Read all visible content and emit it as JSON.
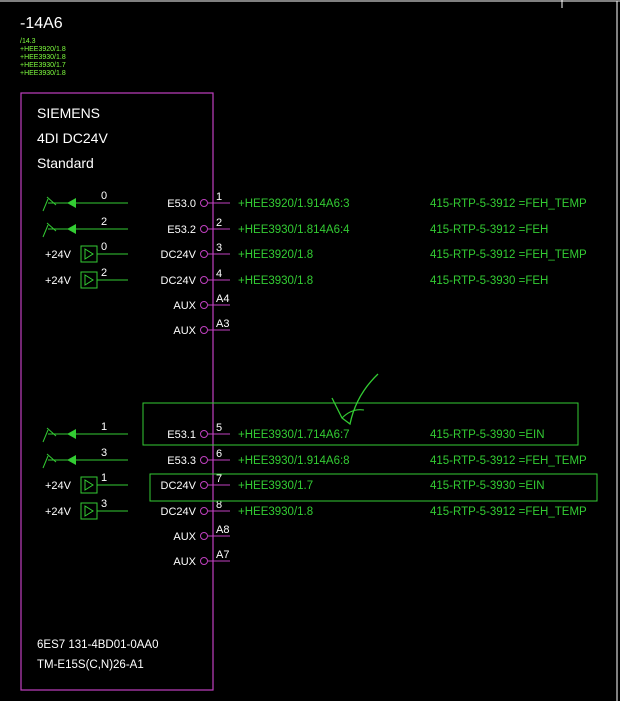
{
  "device": {
    "tag": "-14A6",
    "refs": [
      "/14.3",
      "+HEE3920/1.8",
      "+HEE3930/1.8",
      "+HEE3930/1.7",
      "+HEE3930/1.8"
    ],
    "manufacturer": "SIEMENS",
    "module": "4DI DC24V",
    "variant": "Standard",
    "order_number": "6ES7 131-4BD01-0AA0",
    "terminal_module": "TM-E15S(C,N)26-A1"
  },
  "left_circuits": [
    {
      "kind": "contact",
      "num": "0"
    },
    {
      "kind": "contact",
      "num": "2"
    },
    {
      "kind": "supply",
      "supply": "+24V",
      "num": "0"
    },
    {
      "kind": "supply",
      "supply": "+24V",
      "num": "2"
    },
    {
      "kind": "contact",
      "num": "1"
    },
    {
      "kind": "contact",
      "num": "3"
    },
    {
      "kind": "supply",
      "supply": "+24V",
      "num": "1"
    },
    {
      "kind": "supply",
      "supply": "+24V",
      "num": "3"
    }
  ],
  "terminals": [
    {
      "label": "E53.0",
      "pin": "1",
      "ref": "+HEE3920/1.914A6:3",
      "cable": "415-RTP-5-3912 =FEH_TEMP"
    },
    {
      "label": "E53.2",
      "pin": "2",
      "ref": "+HEE3930/1.814A6:4",
      "cable": "415-RTP-5-3912 =FEH"
    },
    {
      "label": "DC24V",
      "pin": "3",
      "ref": "+HEE3920/1.8",
      "cable": "415-RTP-5-3912 =FEH_TEMP"
    },
    {
      "label": "DC24V",
      "pin": "4",
      "ref": "+HEE3930/1.8",
      "cable": "415-RTP-5-3930 =FEH"
    },
    {
      "label": "AUX",
      "pin": "A4",
      "ref": "",
      "cable": ""
    },
    {
      "label": "AUX",
      "pin": "A3",
      "ref": "",
      "cable": ""
    },
    {
      "label": "E53.1",
      "pin": "5",
      "ref": "+HEE3930/1.714A6:7",
      "cable": "415-RTP-5-3930 =EIN"
    },
    {
      "label": "E53.3",
      "pin": "6",
      "ref": "+HEE3930/1.914A6:8",
      "cable": "415-RTP-5-3912 =FEH_TEMP"
    },
    {
      "label": "DC24V",
      "pin": "7",
      "ref": "+HEE3930/1.7",
      "cable": "415-RTP-5-3930 =EIN"
    },
    {
      "label": "DC24V",
      "pin": "8",
      "ref": "+HEE3930/1.8",
      "cable": "415-RTP-5-3912 =FEH_TEMP"
    },
    {
      "label": "AUX",
      "pin": "A8",
      "ref": "",
      "cable": ""
    },
    {
      "label": "AUX",
      "pin": "A7",
      "ref": "",
      "cable": ""
    }
  ],
  "colors": {
    "background": "#000000",
    "device_frame": "#c040c0",
    "wire_green": "#33cc33",
    "text_white": "#ffffff",
    "ref_green": "#7fff3f",
    "highlight_box": "#33cc33"
  }
}
